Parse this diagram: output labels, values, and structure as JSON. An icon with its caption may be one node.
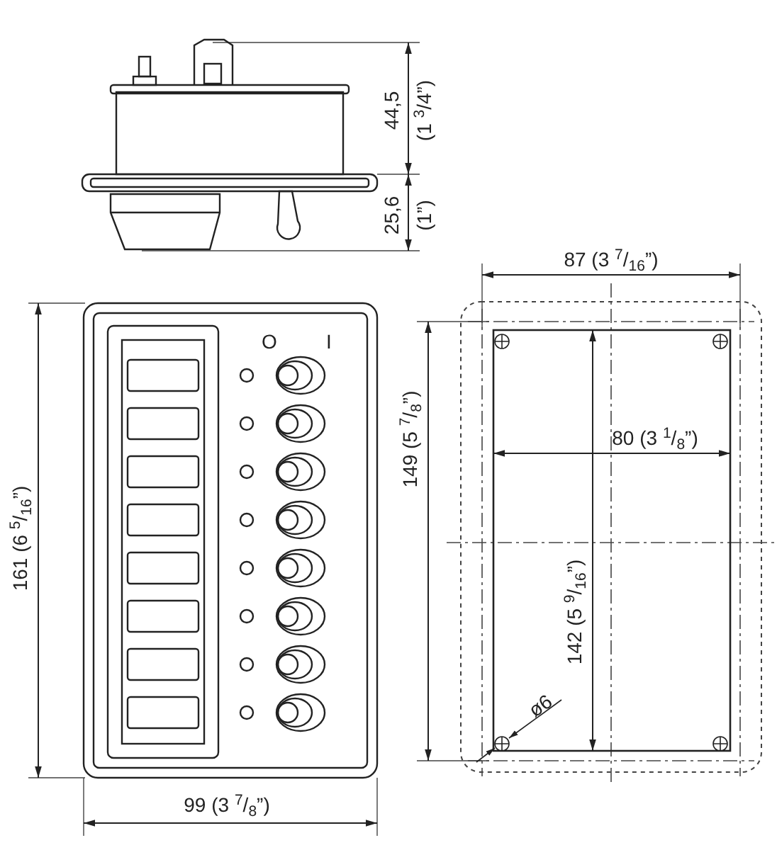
{
  "diagram": {
    "labels": [
      "44,5",
      "(1 $^{3}$/4”)",
      "25,6",
      "(1”)",
      "87 (3 $^{7}$/$_{16}$”)",
      "O",
      "I",
      "80 (3 $^{1}$/$_{8}$”)",
      "161 (6 $^{5}$/$_{16}$”)",
      "149 (5 $^{7}$/$_{8}$”)",
      "142 (5 $^{9}$/$_{16}$”)",
      "ø6",
      "99 (3 $^{7}$/$_{8}$”)"
    ]
  }
}
